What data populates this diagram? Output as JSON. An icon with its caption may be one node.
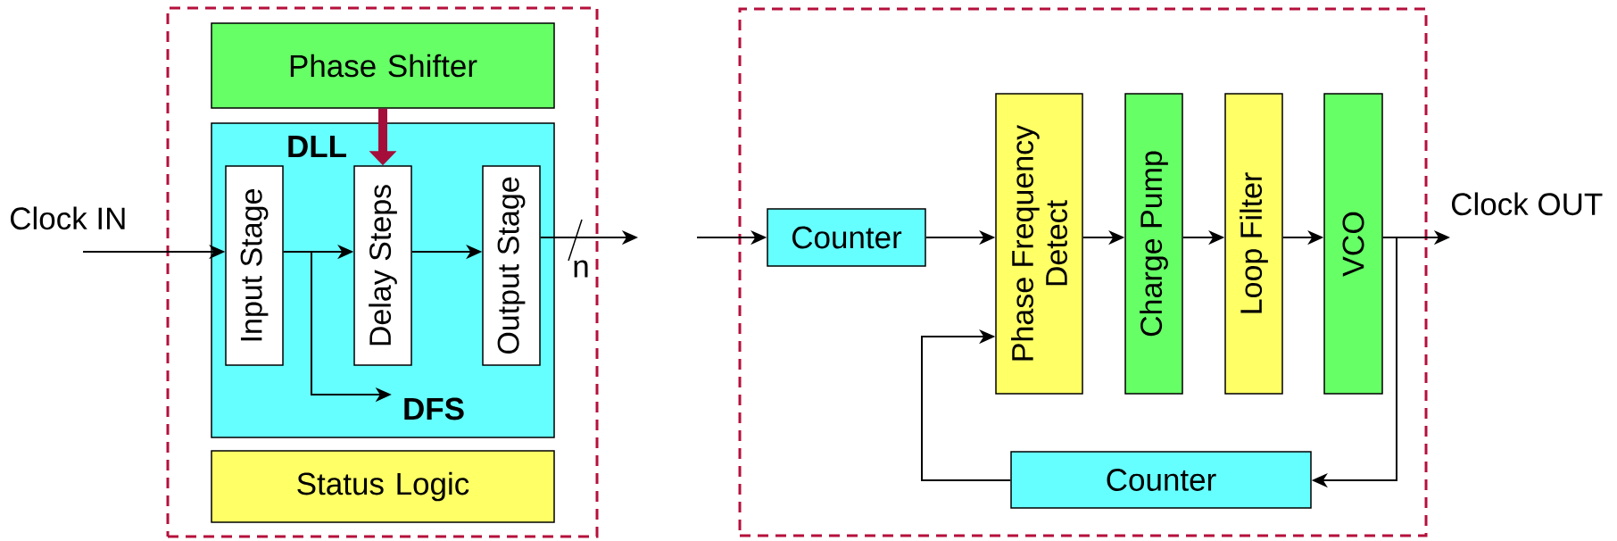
{
  "diagram": {
    "nodes": [
      {
        "text": [],
        "shape": "box"
      },
      {
        "text": [
          "Phase Shifter"
        ],
        "in": 0
      },
      {
        "text": [
          "DLL"
        ],
        "in": 0
      },
      {
        "text": [
          "Input Stage"
        ],
        "in": 2
      },
      {
        "text": [
          "Delay Steps"
        ],
        "in": 2
      },
      {
        "text": [
          "Output Stage"
        ],
        "in": 2
      },
      {
        "text": [
          "DFS"
        ],
        "in": 2
      },
      {
        "text": [
          "Status Logic"
        ],
        "in": 0
      },
      {
        "text": [
          "Clock IN"
        ]
      },
      {
        "text": [],
        "shape": "box"
      },
      {
        "text": [
          "Counter"
        ],
        "in": 9
      },
      {
        "text": [
          "Phase Frequency Detect"
        ],
        "in": 9
      },
      {
        "text": [
          "Charge Pump"
        ],
        "in": 9
      },
      {
        "text": [
          "Loop Filter"
        ],
        "in": 9
      },
      {
        "text": [
          "VCO"
        ],
        "in": 9
      },
      {
        "text": [
          "Counter"
        ],
        "in": 9
      },
      {
        "text": [
          "Clock OUT"
        ]
      }
    ],
    "edges": [
      {
        "from": 8,
        "to": 3,
        "arrow": "to"
      },
      {
        "from": 3,
        "to": 4,
        "arrow": "to"
      },
      {
        "from": 3,
        "to": 6,
        "arrow": "to"
      },
      {
        "from": 4,
        "to": 5,
        "arrow": "to"
      },
      {
        "from": 1,
        "to": 4,
        "arrow": "to",
        "style": "thick",
        "color": "#a50d3a"
      },
      {
        "from": 5,
        "to": null,
        "arrow": "to",
        "label": "n"
      },
      {
        "from": null,
        "to": 10,
        "arrow": "to"
      },
      {
        "from": 10,
        "to": 11,
        "arrow": "to"
      },
      {
        "from": 11,
        "to": 12,
        "arrow": "to"
      },
      {
        "from": 12,
        "to": 13,
        "arrow": "to"
      },
      {
        "from": 13,
        "to": 14,
        "arrow": "to"
      },
      {
        "from": 14,
        "to": 16,
        "arrow": "to"
      },
      {
        "from": 14,
        "to": 15,
        "arrow": "to"
      },
      {
        "from": 15,
        "to": 11,
        "arrow": "to"
      }
    ]
  }
}
